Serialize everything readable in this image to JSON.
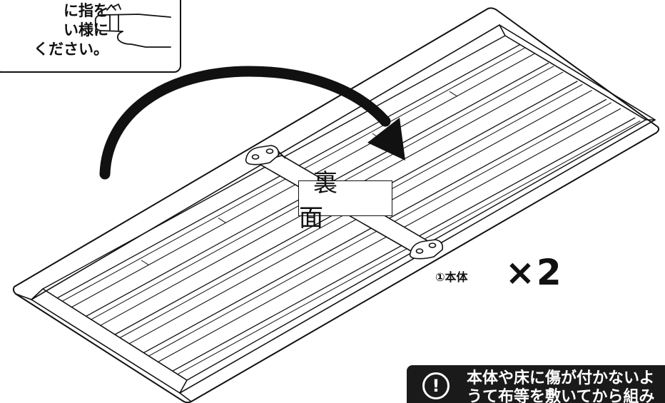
{
  "caution_note": {
    "lines": [
      "に指を",
      "い様に",
      "ください。"
    ],
    "icon": "taped-finger-icon"
  },
  "board": {
    "side_label": "裏 面",
    "part_label": "①本体",
    "quantity": "×2"
  },
  "warning_note": {
    "icon": "exclamation-circle-icon",
    "lines": [
      "本体や床に傷が付かないよ",
      "うて布等を敷いてから組み"
    ]
  },
  "colors": {
    "ink": "#111111",
    "paper": "#ffffff",
    "warning_bg": "#1a1a1a"
  }
}
